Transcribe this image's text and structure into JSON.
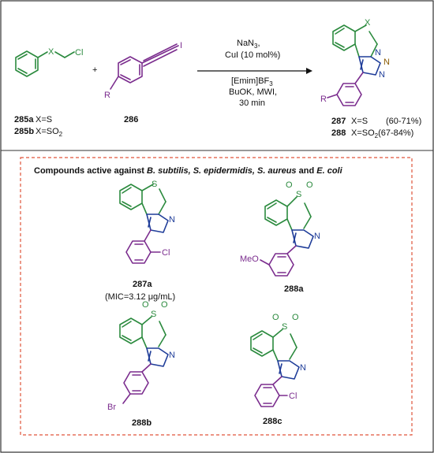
{
  "reaction": {
    "plus": "+",
    "reactant1": {
      "X": "X",
      "Cl": "Cl",
      "label_a": "285a",
      "label_a_x": "X=S",
      "label_b": "285b",
      "label_b_x": "X=SO",
      "label_b_sub": "2"
    },
    "reactant2": {
      "I": "I",
      "R": "R",
      "label": "286"
    },
    "conditions": {
      "line1": "NaN",
      "line1_sub": "3",
      "line1_end": ",",
      "line2": "CuI (10 mol%)",
      "line3": "[Emim]BF",
      "line3_sub": "3",
      "line4": "BuOK, MWI,",
      "line5": "30 min"
    },
    "product": {
      "X": "X",
      "N": "N",
      "R": "R",
      "label_287": "287",
      "label_287_x": "X=S",
      "label_287_yield": "(60-71%)",
      "label_288": "288",
      "label_288_x": "X=SO",
      "label_288_sub": "2",
      "label_288_yield": "(67-84%)"
    }
  },
  "panel": {
    "title_prefix": "Compounds active against ",
    "org1": "B. subtilis,",
    "org2": "S. epidermidis,",
    "org3": "S. aureus",
    "and": "and",
    "org4": "E. coli",
    "compounds": [
      {
        "label": "287a",
        "S": "S",
        "sub": "Cl",
        "mic": "(MIC=3.12 μg/mL)"
      },
      {
        "label": "288a",
        "S": "S",
        "O": "O",
        "sub": "MeO"
      },
      {
        "label": "288b",
        "S": "S",
        "O": "O",
        "sub": "Br"
      },
      {
        "label": "288c",
        "S": "S",
        "O": "O",
        "sub": "Cl"
      }
    ]
  },
  "colors": {
    "green": "#2b8a3e",
    "purple": "#7b2d8e",
    "blue": "#1f3d99",
    "brown": "#8a5a00",
    "frame": "#e0533a"
  }
}
